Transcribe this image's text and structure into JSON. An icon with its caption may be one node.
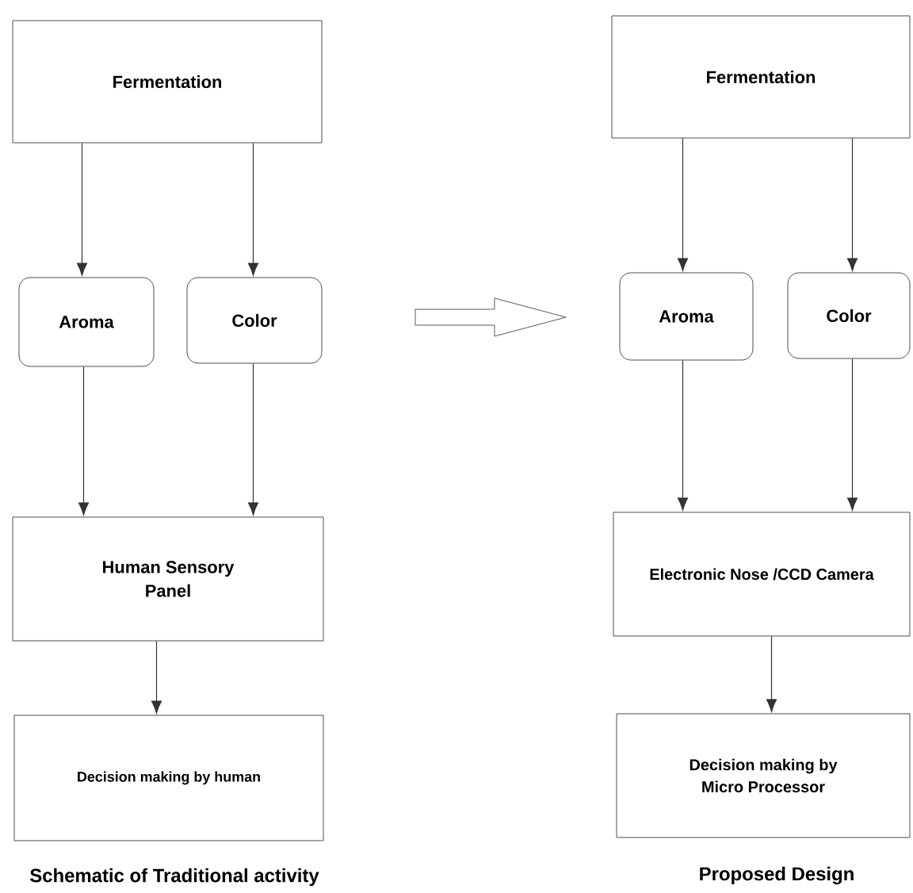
{
  "diagram": {
    "nodes": [
      {
        "text": [
          "Fermentation"
        ]
      },
      {
        "text": [
          "Aroma"
        ]
      },
      {
        "text": [
          "Color"
        ]
      },
      {
        "text": [
          "Human Sensory Panel"
        ]
      },
      {
        "text": [
          "Decision making by human"
        ]
      },
      {
        "text": [
          "Fermentation"
        ]
      },
      {
        "text": [
          "Aroma"
        ]
      },
      {
        "text": [
          "Color"
        ]
      },
      {
        "text": [
          "Electronic Nose /CCD Camera"
        ]
      },
      {
        "text": [
          "Decision making by Micro Processor"
        ]
      }
    ],
    "edges": [
      {
        "from": 0,
        "to": 1,
        "arrow": "to"
      },
      {
        "from": 0,
        "to": 2,
        "arrow": "to"
      },
      {
        "from": 1,
        "to": 3,
        "arrow": "to"
      },
      {
        "from": 2,
        "to": 3,
        "arrow": "to"
      },
      {
        "from": 3,
        "to": 4,
        "arrow": "to"
      },
      {
        "from": 5,
        "to": 6,
        "arrow": "to"
      },
      {
        "from": 5,
        "to": 7,
        "arrow": "to"
      },
      {
        "from": 6,
        "to": 8,
        "arrow": "to"
      },
      {
        "from": 7,
        "to": 8,
        "arrow": "to"
      },
      {
        "from": 8,
        "to": 9,
        "arrow": "to"
      }
    ],
    "labels": [
      "Schematic of Traditional activity",
      "Proposed Design"
    ]
  }
}
